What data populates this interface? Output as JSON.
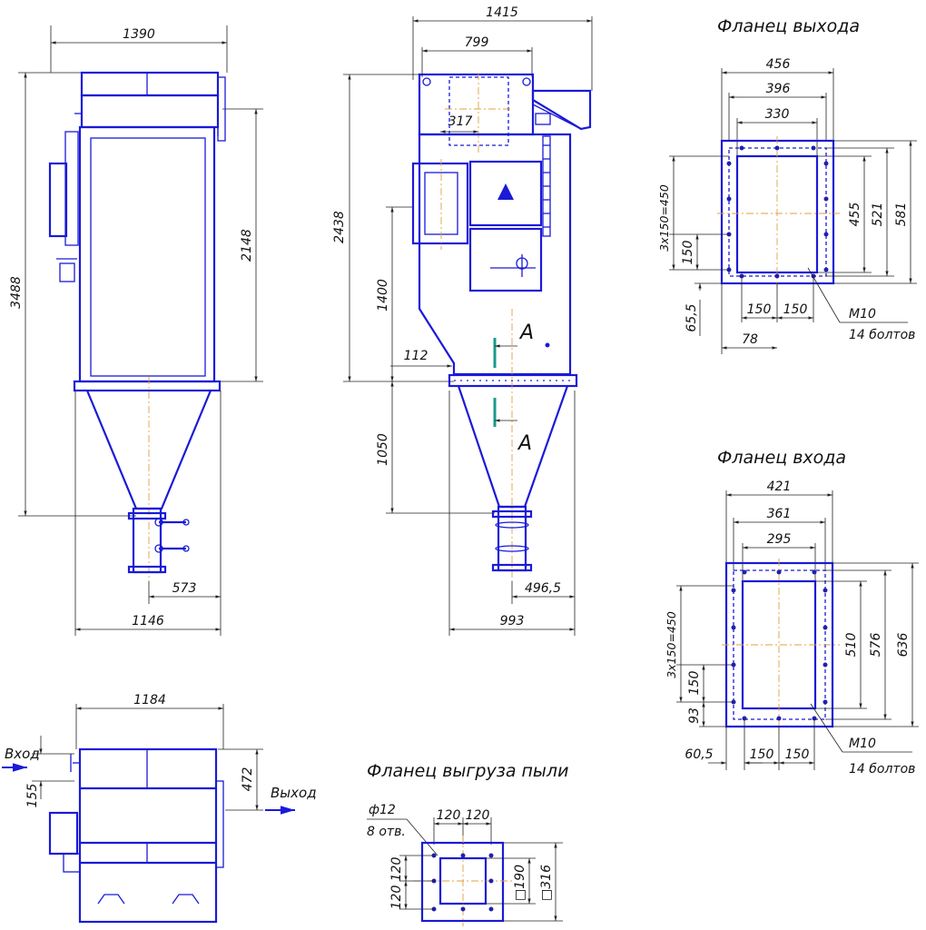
{
  "side_view": {
    "dims": {
      "overall_width": "1390",
      "overall_height": "3488",
      "body_height": "2148",
      "half_base": "573",
      "base_width": "1146"
    }
  },
  "front_view": {
    "dims": {
      "overall_width": "1415",
      "top_width": "799",
      "small_width": "317",
      "height": "2438",
      "inlet_height": "1400",
      "offset": "112",
      "hopper_height": "1050",
      "half_base": "496,5",
      "base_width": "993"
    },
    "section_label_top": "A",
    "section_label_bottom": "A"
  },
  "plan_view": {
    "dims": {
      "width": "1184",
      "inlet_offset": "155",
      "outlet_offset": "472"
    },
    "inlet_label": "Вход",
    "outlet_label": "Выход"
  },
  "flange_outlet": {
    "title": "Фланец выхода",
    "dims": {
      "w_outer": "456",
      "w_mid": "396",
      "w_inner": "330",
      "pitch_note": "3x150=450",
      "pitch": "150",
      "h_inner": "455",
      "h_mid": "521",
      "h_outer": "581",
      "edge": "65,5",
      "bottom_pitch_1": "150",
      "bottom_pitch_2": "150",
      "bottom_offset": "78"
    },
    "bolt_spec": "M10",
    "bolt_count": "14 болтов"
  },
  "flange_inlet": {
    "title": "Фланец входа",
    "dims": {
      "w_outer": "421",
      "w_mid": "361",
      "w_inner": "295",
      "pitch_note": "3x150=450",
      "pitch": "150",
      "edge_v": "93",
      "h_inner": "510",
      "h_mid": "576",
      "h_outer": "636",
      "edge": "60,5",
      "bottom_pitch_1": "150",
      "bottom_pitch_2": "150"
    },
    "bolt_spec": "M10",
    "bolt_count": "14 болтов"
  },
  "flange_dust": {
    "title": "Фланец выгруза пыли",
    "dims": {
      "hole_dia": "ф12",
      "hole_count": "8 отв.",
      "pitch_h1": "120",
      "pitch_h2": "120",
      "pitch_v1": "120",
      "pitch_v2": "120",
      "inner": "□190",
      "outer": "□316"
    }
  },
  "colors": {
    "outline": "#1a1ad8",
    "dimension": "#222222",
    "axis": "#e0a040",
    "section_marker": "#1a9a8a"
  }
}
